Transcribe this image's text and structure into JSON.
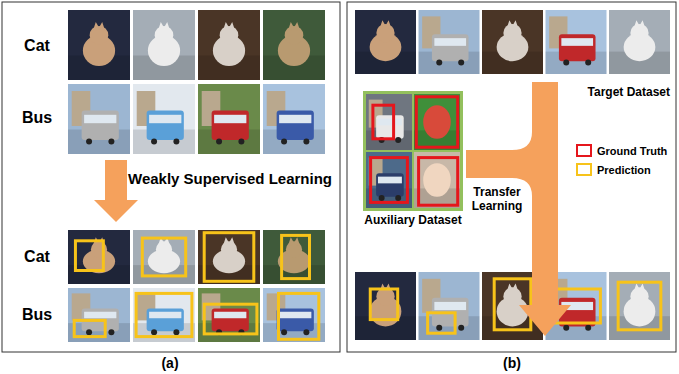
{
  "diagram": {
    "labels": [
      "Cat",
      "Bus",
      "Weakly Supervised Learning",
      "Cat",
      "Bus",
      "Target Dataset",
      "Auxiliary Dataset",
      "Transfer Learning",
      "(a)",
      "(b)"
    ],
    "legend": [
      {
        "text": "Ground Truth"
      },
      {
        "text": "Prediction"
      }
    ]
  }
}
